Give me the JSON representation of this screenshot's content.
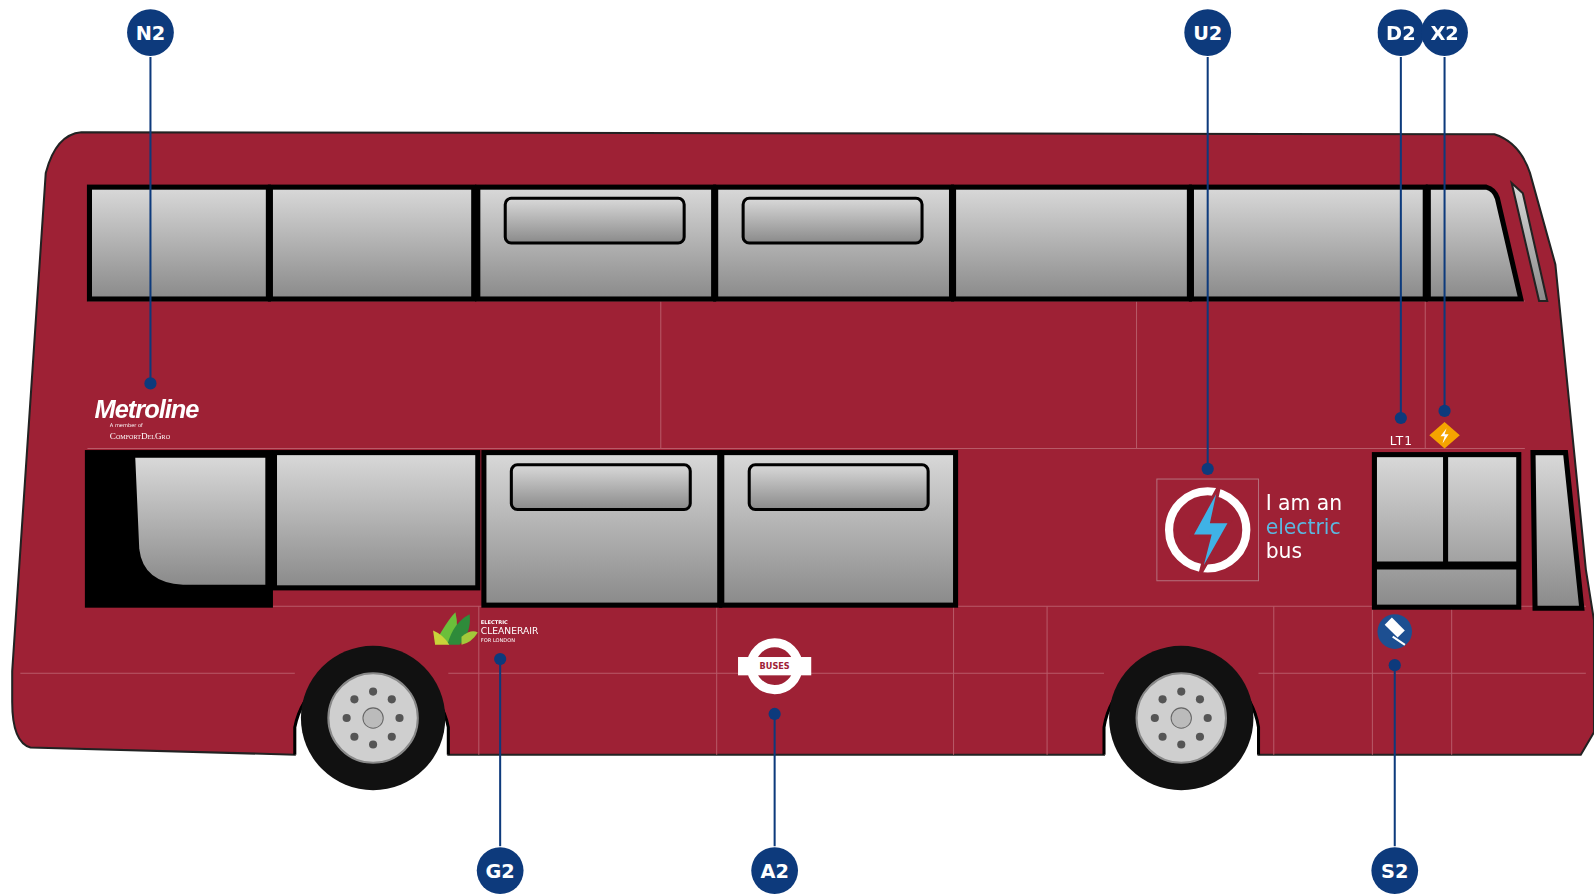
{
  "diagram": {
    "nodes": [
      {
        "text": [
          "N2"
        ]
      },
      {
        "text": [
          "U2"
        ]
      },
      {
        "text": [
          "D2"
        ]
      },
      {
        "text": [
          "X2"
        ]
      },
      {
        "text": [
          "G2"
        ]
      },
      {
        "text": [
          "A2"
        ]
      },
      {
        "text": [
          "S2"
        ]
      },
      {
        "text": [
          "BUSES"
        ]
      }
    ],
    "labels": [
      "Metroline",
      "A member of",
      "ComfortDelGro",
      "ELECTRIC",
      "CLEANERAIR",
      "FOR LONDON",
      "LT1",
      "I am an electric bus"
    ]
  }
}
